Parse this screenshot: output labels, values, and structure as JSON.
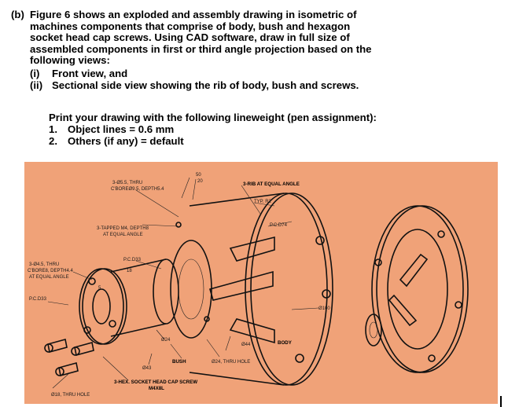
{
  "question": {
    "label": "(b)",
    "paragraph_lines": [
      "Figure 6 shows an exploded and assembly drawing in isometric of",
      "machines components that comprise of body, bush and hexagon",
      "socket head cap screws. Using CAD software, draw in full size of",
      "assembled components in first or third angle projection based on the",
      "following views:"
    ],
    "views": [
      {
        "num": "(i)",
        "text": "Front view, and"
      },
      {
        "num": "(ii)",
        "text": "Sectional side view showing the rib of body, bush and screws."
      }
    ],
    "print_intro": "Print your drawing with the following lineweight (pen assignment):",
    "pens": [
      {
        "num": "1.",
        "text": "Object lines = 0.6 mm"
      },
      {
        "num": "2.",
        "text": "Others (if any) = default"
      }
    ]
  },
  "figure": {
    "background": "#f0a278",
    "labels": {
      "hole_thru_1": "3-Ø5.5, THRU",
      "cbore_1": "C'BOREØ9.5, DEPTH5.4",
      "angle_50": "50",
      "angle_20": "20",
      "rib_equal": "3-RIB AT EQUAL ANGLE",
      "typ_r2": "TYP. R2",
      "pcd74": "P.C.D74",
      "tapped": "3-TAPPED M4, DEPTH8",
      "tapped_equal": "AT EQUAL ANGLE",
      "pcd33_mid": "P.C.D33",
      "dim_18": "18",
      "hole_thru_2": "3-Ø4.5, THRU",
      "cbore_2": "C'BORE8, DEPTH4.4",
      "equal_angle_2": "AT EQUAL ANGLE",
      "dim_5": "5",
      "pcd33_left": "P.C.D33",
      "d100": "Ø100",
      "d24_top": "Ø24",
      "d44": "Ø44",
      "body": "BODY",
      "bush": "BUSH",
      "d43": "Ø43",
      "d24_thru": "Ø24, THRU HOLE",
      "screw": "3-HEX. SOCKET HEAD CAP SCREW",
      "screw_size": "M4X8L",
      "d18_thru": "Ø18, THRU HOLE"
    }
  }
}
